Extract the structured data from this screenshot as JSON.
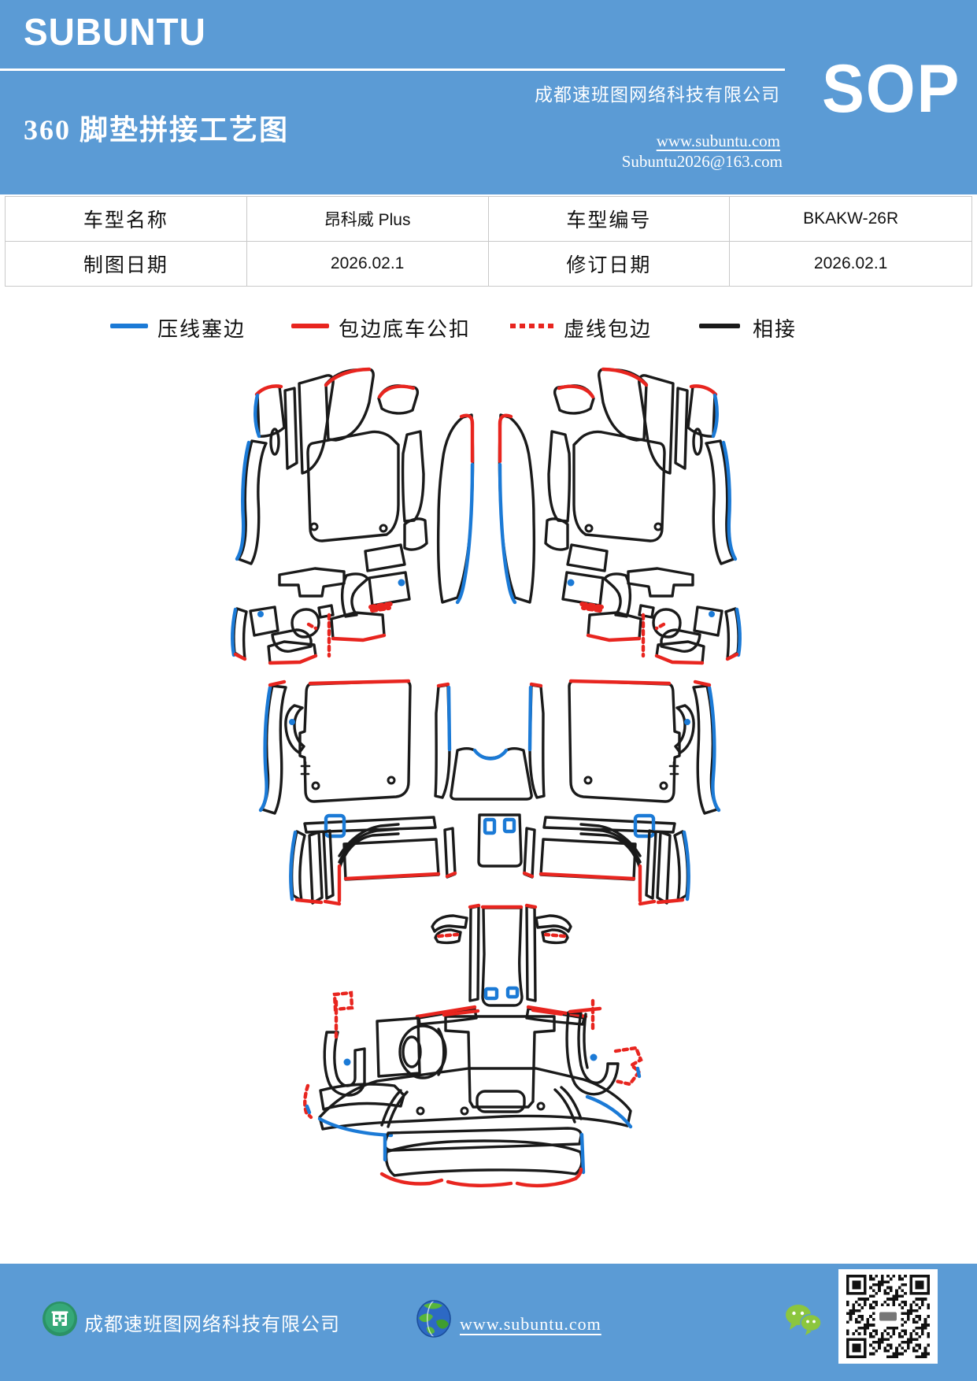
{
  "colors": {
    "header_bg": "#5B9BD5",
    "footer_bg": "#5B9BD5",
    "table_border": "#C9C9C9",
    "line_black": "#1A1A1A",
    "line_blue": "#1B7AD6",
    "line_red": "#E8251F",
    "wechat_green": "#8CC63E",
    "badge_green": "#2FA273"
  },
  "header": {
    "brand": "SUBUNTU",
    "title": "360 脚垫拼接工艺图",
    "company": "成都速班图网络科技有限公司",
    "website": "www.subuntu.com",
    "email": "Subuntu2026@163.com",
    "sop_badge": "SOP"
  },
  "info_table": {
    "cells": [
      {
        "text": "车型名称"
      },
      {
        "text": "昂科威 Plus"
      },
      {
        "text": "车型编号"
      },
      {
        "text": "BKAKW-26R"
      },
      {
        "text": "制图日期"
      },
      {
        "text": "2026.02.1"
      },
      {
        "text": "修订日期"
      },
      {
        "text": "2026.02.1"
      }
    ]
  },
  "legend": {
    "items": [
      {
        "label": "压线塞边",
        "color": "#1B7AD6",
        "style": "solid"
      },
      {
        "label": "包边底车公扣",
        "color": "#E8251F",
        "style": "solid"
      },
      {
        "label": "虚线包边",
        "color": "#E8251F",
        "style": "dotted"
      },
      {
        "label": "相接",
        "color": "#1A1A1A",
        "style": "solid"
      }
    ]
  },
  "diagram": {
    "description": "360脚垫裁片轮廓拼接示意图（黑色轮廓线，蓝色压线塞边、红色包边底车公扣、红色虚线包边）"
  },
  "footer": {
    "company": "成都速班图网络科技有限公司",
    "website": "www.subuntu.com"
  }
}
